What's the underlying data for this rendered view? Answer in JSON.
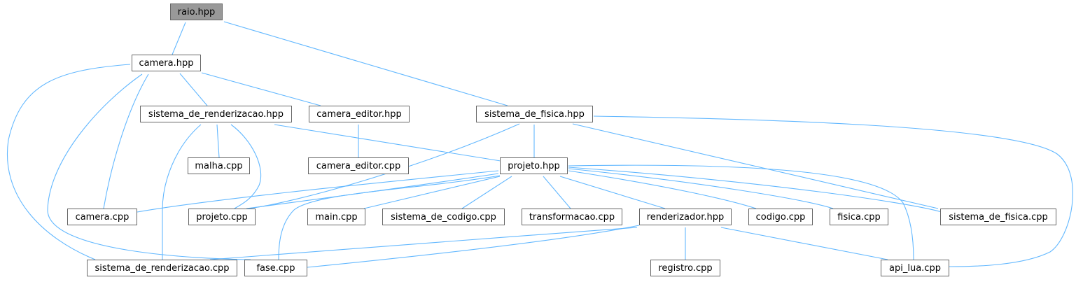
{
  "colors": {
    "edge": "#63b8ff",
    "border": "#666666",
    "root_fill": "#999999",
    "node_fill": "#ffffff"
  },
  "nodes": {
    "raio_hpp": "raio.hpp",
    "camera_hpp": "camera.hpp",
    "sistema_de_renderizacao_hpp": "sistema_de_renderizacao.hpp",
    "camera_editor_hpp": "camera_editor.hpp",
    "sistema_de_fisica_hpp": "sistema_de_fisica.hpp",
    "malha_cpp": "malha.cpp",
    "camera_editor_cpp": "camera_editor.cpp",
    "projeto_hpp": "projeto.hpp",
    "camera_cpp": "camera.cpp",
    "projeto_cpp": "projeto.cpp",
    "main_cpp": "main.cpp",
    "sistema_de_codigo_cpp": "sistema_de_codigo.cpp",
    "transformacao_cpp": "transformacao.cpp",
    "renderizador_hpp": "renderizador.hpp",
    "codigo_cpp": "codigo.cpp",
    "fisica_cpp": "fisica.cpp",
    "sistema_de_fisica_cpp": "sistema_de_fisica.cpp",
    "sistema_de_renderizacao_cpp": "sistema_de_renderizacao.cpp",
    "fase_cpp": "fase.cpp",
    "registro_cpp": "registro.cpp",
    "api_lua_cpp": "api_lua.cpp"
  }
}
